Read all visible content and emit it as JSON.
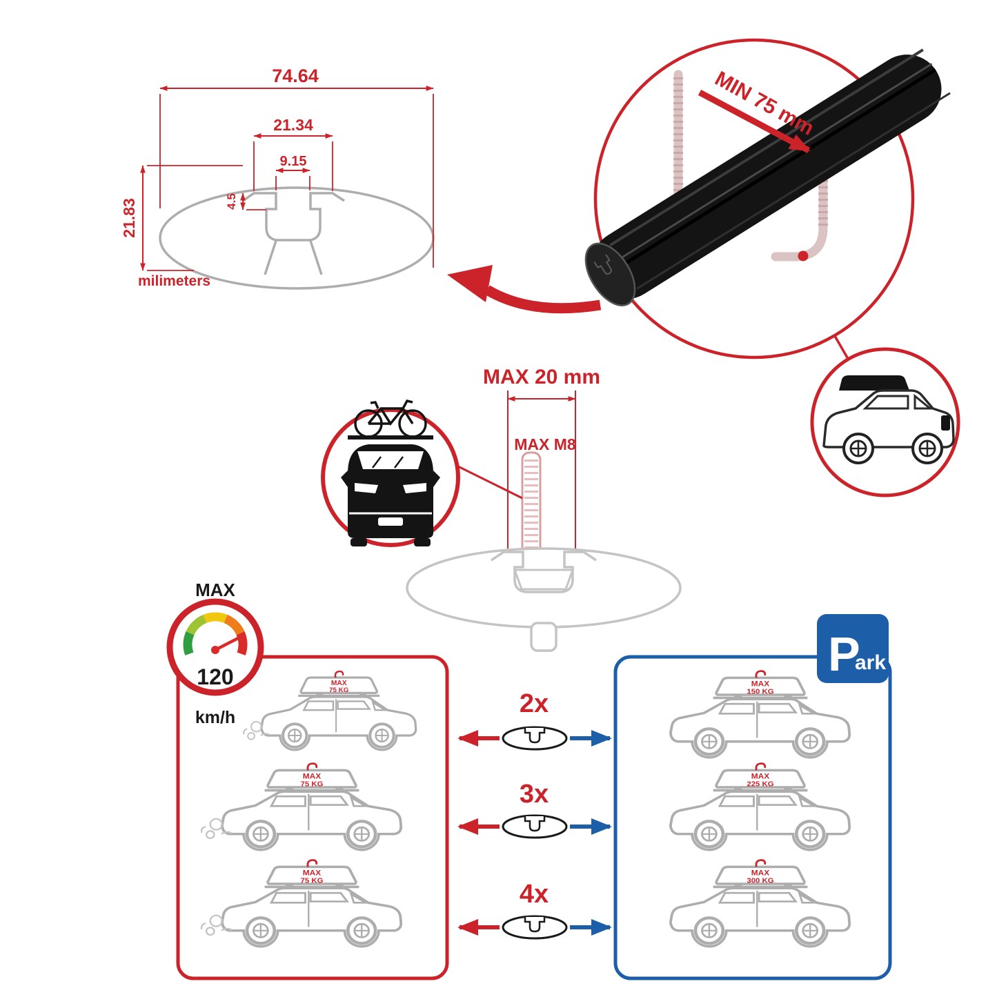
{
  "cross_section": {
    "dim_total_width": "74.64",
    "dim_channel_width": "21.34",
    "dim_slot_width": "9.15",
    "dim_lip_depth": "4.5",
    "dim_height": "21.83",
    "unit_label": "milimeters"
  },
  "clamp_detail": {
    "min_clearance_label": "MIN 75 mm"
  },
  "bolt_detail": {
    "max_width_label": "MAX 20 mm",
    "max_thread_label": "MAX M8"
  },
  "speed_limit": {
    "label": "MAX",
    "value": "120",
    "unit": "km/h"
  },
  "parking_sign": {
    "letter": "P",
    "suffix": "ark"
  },
  "multiplier_rows": [
    {
      "qty": "2x"
    },
    {
      "qty": "3x"
    },
    {
      "qty": "4x"
    }
  ],
  "driving_cars": [
    {
      "line1": "MAX",
      "line2": "75 KG"
    },
    {
      "line1": "MAX",
      "line2": "75 KG"
    },
    {
      "line1": "MAX",
      "line2": "75 KG"
    }
  ],
  "parked_cars": [
    {
      "line1": "MAX",
      "line2": "150 KG"
    },
    {
      "line1": "MAX",
      "line2": "225 KG"
    },
    {
      "line1": "MAX",
      "line2": "300 KG"
    }
  ],
  "colors": {
    "accent_red": "#cc2229",
    "accent_blue": "#1c5fa8",
    "line_gray": "#adadad"
  }
}
